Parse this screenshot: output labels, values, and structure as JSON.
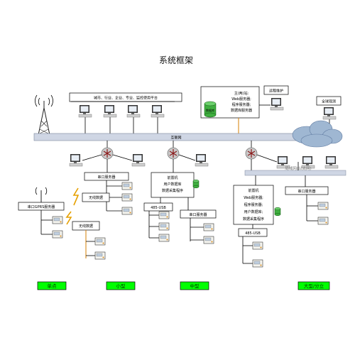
{
  "title": "系统框架",
  "labels": {
    "users_bar": "城市、行业、企业、专业、监控使用平台",
    "center_server": "主(两)站:\nWeb服务器;\n程序服务器;\n数据库服务器",
    "db_label": "数据库",
    "remote_maint": "远程维护",
    "global_monitor": "全球观测",
    "backbone": "互联网",
    "lan_bar": "局域网(以太网)",
    "serial_server_1": "串口服务器",
    "gprs_server": "串口GPRS服务器",
    "wireless_1": "无线数据",
    "wireless_2": "无线数据",
    "mid_server": "前置机\n用户数据库\n数据采集程序",
    "usb_1": "485-USB",
    "serial_server_2": "串口服务器",
    "big_server": "前置机\nWeb服务器;\n程序服务器;\n用户数据库;\n数据采集程序",
    "usb_2": "485-USB",
    "serial_server_3": "串口服务器"
  },
  "tiers": [
    "单点",
    "小型",
    "中型",
    "大型/分立"
  ],
  "colors": {
    "accent_orange": "#d98a1a",
    "tier_fill": "#00ff00",
    "backbone_fill": "#cfd6e4",
    "db_green": "#3fae3f",
    "cloud": "#9fb7d2"
  }
}
